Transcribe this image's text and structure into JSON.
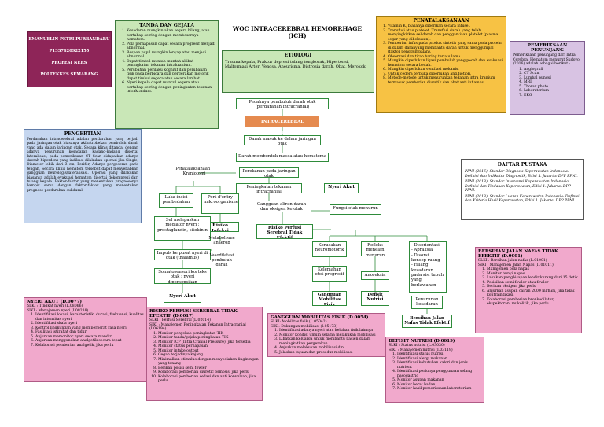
{
  "identity": {
    "name": "EMANUELIN PETRI PURBANDARU",
    "nim": "P1337420922155",
    "program": "PROFESI NERS",
    "school": "POLTEKKES SEMARANG"
  },
  "main_title": "WOC INTRACEREBRAL HEMORRHAGE (ICH)",
  "tanda_gejala": {
    "title": "TANDA DAN GEJALA",
    "items": [
      "Kesadaran mungkin akan segera hilang, atau bertahap seiring dengan membesarnya hematom.",
      "Pola pernapasan dapat secara progresif menjadi abnormal.",
      "Respon pupil mungkin lenyap atau menjadi abnormal.",
      "Dapat timbul muntah-muntah akibat peningkatan tekanan intrakranium.",
      "Perubahan perilaku kognitif dan perubahan fisik pada berbicara dan pergerakan motorik dapat timbul segera atau secara lambat.",
      "Nyeri kepala dapat muncul segera atau bertahap seiring dengan peningkatan tekanan intrakranium."
    ]
  },
  "etiologi": {
    "title": "ETIOLOGI",
    "text": "Trauma kepala, Fraktur depresi tulang tengkorak, Hipertensi, Malformasi Arteri Venosa, Aneurisma, Distrosia darah, Obat, Merokok."
  },
  "penatalaksanaan": {
    "title": "PENATALAKSANAAN",
    "items": [
      "Vitamin K, biasanya diberikan secara infuse.",
      "Transfusi atau platelet. Transfusi darah yang telah menyingkirkan sel darah dan penggantiaan platelet (plasma segar yang dibekukan).",
      "Pemberian infus pada produk sintetis yang sama pada protein di dalam darahyang membantu darah untuk menggumpal (faktor penggumpalan).",
      "Observasi dan tirah baring terlalu lama.",
      "Mungkin diperlukan ligasi pembuluh yang pecah dan evakuasi hematom secara bedah.",
      "Mungkin diperlukan ventilasi mekanis.",
      "Untuk cedera terbuka diperlukan antibiotiok.",
      "Metode-metode untuk menurunkan tekanan intra kranium termasuk pemberian diuretik dan obat anti inflamasi"
    ]
  },
  "pemeriksaan": {
    "title": "PEMERIKSAAN PENUNJANG",
    "intro": "Pemeriksaan penunjang dari Intra Cerebral Hematom menurut Sudoyo (2016) adalah sebagai berikut :",
    "items": [
      "Angiografi",
      "CT Scan",
      "Lumbal pungsi",
      "MRI",
      "Thorax photo",
      "Laboratorium",
      "EKG"
    ]
  },
  "pengertian": {
    "title": "PENGERTIAN",
    "text": "Perdarahan intracerebral adalah perdarahan yang terjadi pada jaringan otak biasanya akibatrobekan pembuluh darah yang ada dalam jaringan otak. Secara klinis ditandai dengan adanya penurunan kesadaran kadang-kadang disertai lateralisasi, pada pemeriksaan CT Scan didapatkan adanya daerah hiperdens yang indikasi dilakukan operasi jika Single, Diameter lebih dari 3 cm, Perifer, Adanya pergeseran garis tengah, Secara klinis hematom tersebut dapat menyebabkan gangguan neurologis/lateralisasi. Operasi yang dilakukan biasanya adalah evakuasi hematom disertai dekompresi dari tulang kepala. Faktor-faktor yang menentukan prognosenya hampir sama dengan faktor-faktor yang menentukan prognose perdarahan subdural."
  },
  "daftar_pustaka": {
    "title": "DAFTAR PUSTAKA",
    "items": [
      "PPNI (2016). Standar Diagnosis Keperawatan Indonesia: Definisi dan Indikator Diagnostik, Edisi 1. Jakarta: DPP PPNI.",
      "PPNI (2018). Standar Intervensi Keperawatan Indonesia: Definisi dan Tindakan Keperawatan, Edisi 1. Jakarta: DPP PPNI.",
      "PPNI (2018). Standar Luaran Keperawatan Indonesia: Definisi dan Kriteria Hasil Keperawatan, Edisi 1. Jakarta: DPP PPNI"
    ]
  },
  "flow": {
    "pecahnya": "Pecahnya pembuluh darah otak (perdarahan intracranial)",
    "banner": "INTRACEREBRAL HEMORRHAGE (ICH)",
    "darah_masuk": "Darah masuk ke dalam jaringan otak",
    "darah_membentuk": "Darah membentuk massa atau hematoma",
    "penatalaksanaan_kraniotomi": "Penatalaksanaan : Kraniotomi",
    "luka_insisi": "Luka insisi pembedahan",
    "port_entry": "Port d'entry mikroorganisme",
    "risiko_infeksi": "Risiko Infeksi",
    "metabolisme": "Metabolisme anaerob",
    "vasodilatasi": "Vasodilatasi pembuluh darah",
    "sel_melepaskan": "Sel melepaskan mediator nyeri : prostaglandin, sitokinin",
    "impuls": "Impuls ke pusat nyeri di otak (thalamus)",
    "somatosensori": "Somatosensori korteks otak : nyeri dipersepsikan",
    "nyeri_akut": "Nyeri Akut",
    "perekanan": "Perekanan pada jaringan otak",
    "peningkatan_tik": "Peningkatan tekanan intracranial",
    "nyeri_akut2": "Nyeri Akut",
    "gangguan_aliran": "Gangguan aliran darah dan oksigen ke otak",
    "risiko_perfusi": "Risiko Perfusi Serebral Tidak Efektif",
    "fungsi_otak": "Fungsi otak menurun",
    "kerusakan": "Kerusakan neuromotorik",
    "refleks": "Refleks menelan menurun",
    "disorientasi": "- Disorientasi\n- Apraksia\n- Disorsi konsep ruang\n- Hilang kesadaran pada sisi tubuh yang berlawanan",
    "kelemahan": "Kelemahan otot progresif",
    "anoreksia": "Anoreksia",
    "penurunan_kesadaran": "Penurunan kesadaran",
    "gangguan_mobilitas": "Gangguan Mobilitas Fisik",
    "defisit_nutrisi": "Defisit Nutrisi",
    "bersihan_jalan": "Bersihan Jalan Nafas Tidak Efektif"
  },
  "nyeri_akut_box": {
    "title": "NYERI AKUT (D.0077)",
    "slki": "SLKI : Tingkat nyeri (L.08066)",
    "siki": "SIKI : Manajemen nyeri (I.08238)",
    "items": [
      "Identifikasi lokasi, karakteristik, durasi, frekuensi, kualitas dan intensitas nyeri",
      "Identifikasi skala nyeri",
      "Kontrol lingkungan yang memperberat rasa nyeri",
      "Fasilitasi istirahat dan tidur",
      "Anjurkan memonitor nyeri secara mandiri",
      "Anjurkan menggunakan analgetik secara tepat",
      "Kolaborasi pemberian analgetik, jika perlu"
    ]
  },
  "risiko_perfusi_box": {
    "title": "RISIKO PERFUSI SEREBRAL TIDAK EFEKTIF (D.0017)",
    "slki": "SLKI : Perfusi Serebral (L.02014)",
    "siki": "SIKI : Manajemen Peningkatan Tekanan Intracranial (I.06194)",
    "items": [
      "Monitor penyebab peningkatan TIK",
      "Monitor tanda/gejala peningkatan TIK",
      "Monitor ICP (Intra Cranial Pressure), jika tersedia",
      "Monitor status pernapasan",
      "Monitor intake output",
      "Cegah terjadinya kejang",
      "Minimalkan stimulus dengan menyediakan lingkungan yang tenang",
      "Berikan posisi semi fowler",
      "Kolaborasi pemberian diuretic osmosis, jika perlu",
      "Kolaborasi pemberian sedasi dan anti konvulsan, jika perlu"
    ]
  },
  "gangguan_mobilitas_box": {
    "title": "GANGGUAN MOBILITAS FISIK (D.0054)",
    "slki": "SLKI: Mobilitas fisik (L.05042)",
    "siki": "SIKI: Dukungan mobilisasi (I.05173)",
    "items": [
      "Identifikasi adanya nyeri atau keluhan fisik lainnya",
      "Monitor kondisi umum selama melakukan mobilisasi",
      "Libatkan keluarga untuk membantu pasien dalam meningkatkan pergerakan",
      "Anjurkan melakukan mobilisasi dini",
      "Jelaskan tujuan dan prosedur mobilisasi"
    ]
  },
  "defisit_nutrisi_box": {
    "title": "DEFISIT NUTRISI (D.0019)",
    "slki": "SLKI : Status nutrisi (L.03030)",
    "siki": "SIKI : Manajemen nutrisi (I.03119)",
    "items": [
      "Identifikasi status nutrisi",
      "Identifikasi alergi makanan",
      "Identifikasi kebutuhan kalori dan jenis nutrient",
      "Identifikasi perlunya penggunaan selang nasogastric",
      "Monitor asupan makanan",
      "Monitor berat badan",
      "Monitor hasil pemeriksaan laboratorium"
    ]
  },
  "bersihan_box": {
    "title": "BERSIHAN JALAN NAFAS TIDAK EFEKTIF (D.0001)",
    "slki": "SLKI : Bersihan jalan nafas (L.01001)",
    "siki": "SIKI : Manajemen Jalan Napas (I. 01011)",
    "items": [
      "Manajemen pola napas",
      "Monitor bunyi napas",
      "Lakukan penghisapan lendir kurang dari 15 detik",
      "Posisikan semi fowler atau fowler",
      "Berikan oksigen, jika perlu",
      "Anjurkan asupan cairan 2000 ml/hari, jika tidak kontraindikasi",
      "Kolaborasi pemberian bronkodilator, ekspektoran, mukolitik, jika perlu"
    ]
  },
  "colors": {
    "identity_bg": "#8e2558",
    "green_bg": "#c9e7b7",
    "yellow_bg": "#f7c244",
    "pink_bg": "#f1a9cc",
    "lavender_bg": "#d8c3e3",
    "blue_bg": "#c5d6ef",
    "banner_bg": "#e58a4f",
    "node_border": "#2e8b3a"
  }
}
